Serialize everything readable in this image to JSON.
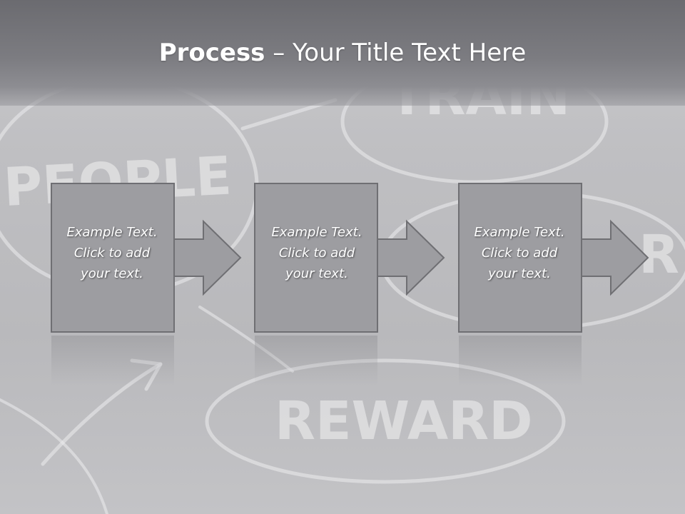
{
  "title": {
    "bold": "Process",
    "rest": " – Your Title Text Here"
  },
  "background": {
    "words": [
      "PEOPLE",
      "TRAIN",
      "R",
      "REWARD"
    ]
  },
  "steps": [
    {
      "text": "Example Text.\nClick  to add\nyour text."
    },
    {
      "text": "Example Text.\nClick  to add\nyour text."
    },
    {
      "text": "Example Text.\nClick  to add\nyour text."
    }
  ],
  "colors": {
    "box_fill": "#9d9da1",
    "box_stroke": "#6f6f73",
    "title_text": "#ffffff"
  }
}
